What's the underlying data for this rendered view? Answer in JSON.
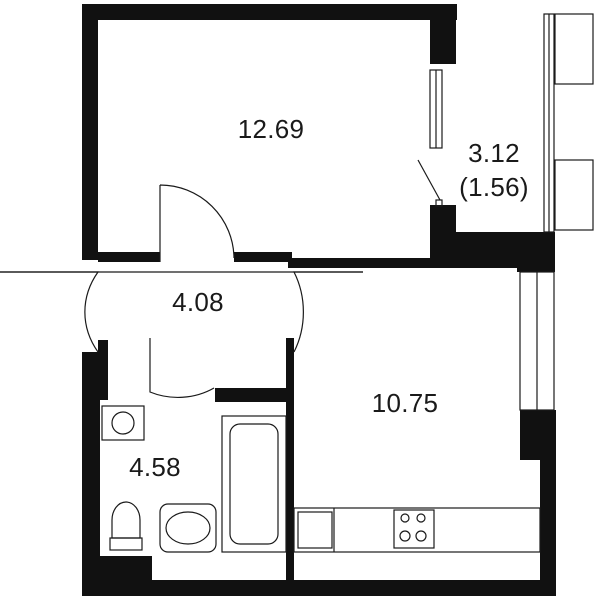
{
  "rooms": {
    "bedroom": {
      "area": "12.69"
    },
    "balcony": {
      "area": "3.12",
      "reduced_area": "(1.56)"
    },
    "hallway": {
      "area": "4.08"
    },
    "bathroom": {
      "area": "4.58"
    },
    "kitchen": {
      "area": "10.75"
    }
  },
  "colors": {
    "wall": "#111111",
    "line": "#1a1a1a",
    "window": "#9a9a9a",
    "background": "#ffffff"
  }
}
